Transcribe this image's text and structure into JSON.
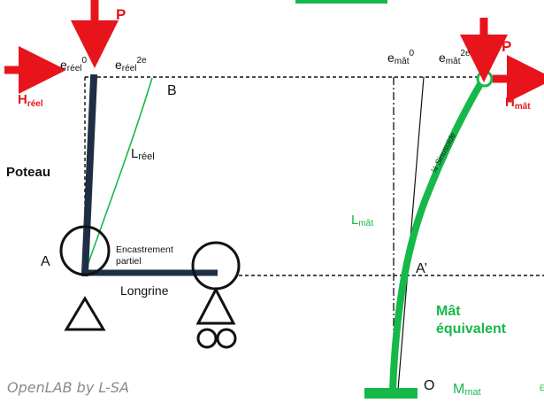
{
  "colors": {
    "structure": "#1e2f45",
    "red": "#e8141c",
    "green": "#16b84a",
    "text": "#111111"
  },
  "left": {
    "force_p": "P",
    "force_h": "H",
    "force_h_sub": "réel",
    "e0": "e",
    "e0_sub": "réel",
    "e0_sup": "0",
    "e2": "e",
    "e2_sub": "réel",
    "e2_sup": "2e",
    "point_b": "B",
    "length": "L",
    "length_sub": "réel",
    "column_label": "Poteau",
    "point_a": "A",
    "restraint_label_1": "Encastrement",
    "restraint_label_2": "partiel",
    "beam_label": "Longrine"
  },
  "right": {
    "e0": "e",
    "e0_sub": "mât",
    "e0_sup": "0",
    "e2": "e",
    "e2_sub": "mât",
    "e2_sup": "2e",
    "force_p": "P",
    "force_h": "H",
    "force_h_sub": "mât",
    "shape_label": "¼ Sinusoïde",
    "length": "L",
    "length_sub": "mât",
    "point_a2": "A’",
    "mast_label_1": "Mât",
    "mast_label_2": "équivalent",
    "point_o": "O",
    "moment": "M",
    "moment_sub": "mat",
    "cut_letter": "E"
  },
  "credit": "OpenLAB by L-SA"
}
